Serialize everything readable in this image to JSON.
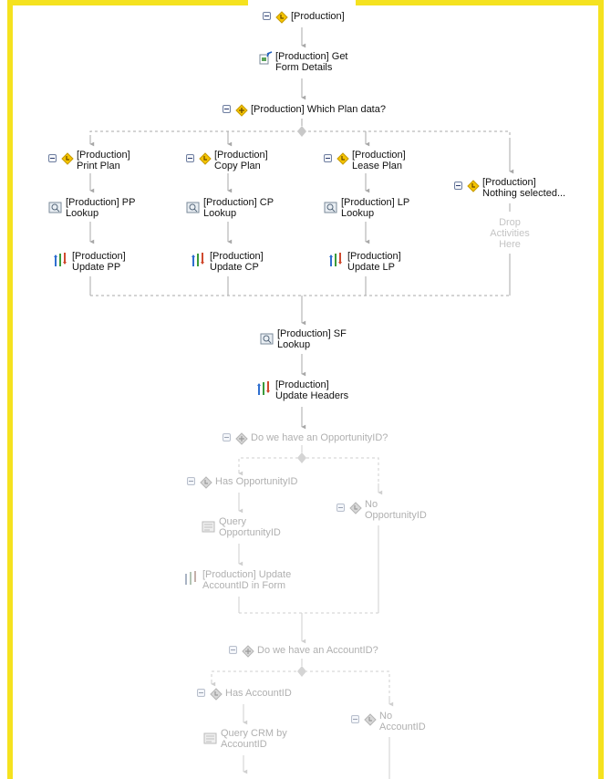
{
  "colors": {
    "frame": "#f5e21f",
    "connector": "#a8a8a8",
    "connector_dim": "#cfcfcf",
    "diamond": "#c8c8c8"
  },
  "nodes": {
    "production_seq": {
      "label": "[Production]",
      "icon": "sequence-icon"
    },
    "get_form_details": {
      "label": "[Production] Get\nForm Details",
      "icon": "retrieve-icon"
    },
    "which_plan": {
      "label": "[Production] Which Plan data?",
      "icon": "switch-icon"
    },
    "print_plan": {
      "label": "[Production]\nPrint Plan",
      "icon": "sequence-icon"
    },
    "copy_plan": {
      "label": "[Production]\nCopy Plan",
      "icon": "sequence-icon"
    },
    "lease_plan": {
      "label": "[Production]\nLease Plan",
      "icon": "sequence-icon"
    },
    "nothing_selected": {
      "label": "[Production]\nNothing selected...",
      "icon": "sequence-icon"
    },
    "pp_lookup": {
      "label": "[Production] PP\nLookup",
      "icon": "lookup-icon"
    },
    "cp_lookup": {
      "label": "[Production] CP\nLookup",
      "icon": "lookup-icon"
    },
    "lp_lookup": {
      "label": "[Production] LP\nLookup",
      "icon": "lookup-icon"
    },
    "update_pp": {
      "label": "[Production]\nUpdate PP",
      "icon": "update-icon"
    },
    "update_cp": {
      "label": "[Production]\nUpdate CP",
      "icon": "update-icon"
    },
    "update_lp": {
      "label": "[Production]\nUpdate LP",
      "icon": "update-icon"
    },
    "sf_lookup": {
      "label": "[Production] SF\nLookup",
      "icon": "lookup-icon"
    },
    "update_headers": {
      "label": "[Production]\nUpdate Headers",
      "icon": "update-icon"
    },
    "opp_decision": {
      "label": "Do we have an OpportunityID?",
      "icon": "decision-icon"
    },
    "has_opp": {
      "label": "Has OpportunityID",
      "icon": "sequence-icon"
    },
    "no_opp": {
      "label": "No\nOpportunityID",
      "icon": "sequence-icon"
    },
    "query_opp": {
      "label": "Query\nOpportunityID",
      "icon": "query-icon"
    },
    "update_account": {
      "label": "[Production] Update\nAccountID in Form",
      "icon": "update-icon"
    },
    "acct_decision": {
      "label": "Do we have an AccountID?",
      "icon": "decision-icon"
    },
    "has_acct": {
      "label": "Has AccountID",
      "icon": "sequence-icon"
    },
    "no_acct": {
      "label": "No\nAccountID",
      "icon": "sequence-icon"
    },
    "query_crm": {
      "label": "Query CRM by\nAccountID",
      "icon": "query-icon"
    }
  },
  "drop_hint": "Drop\nActivities\nHere"
}
